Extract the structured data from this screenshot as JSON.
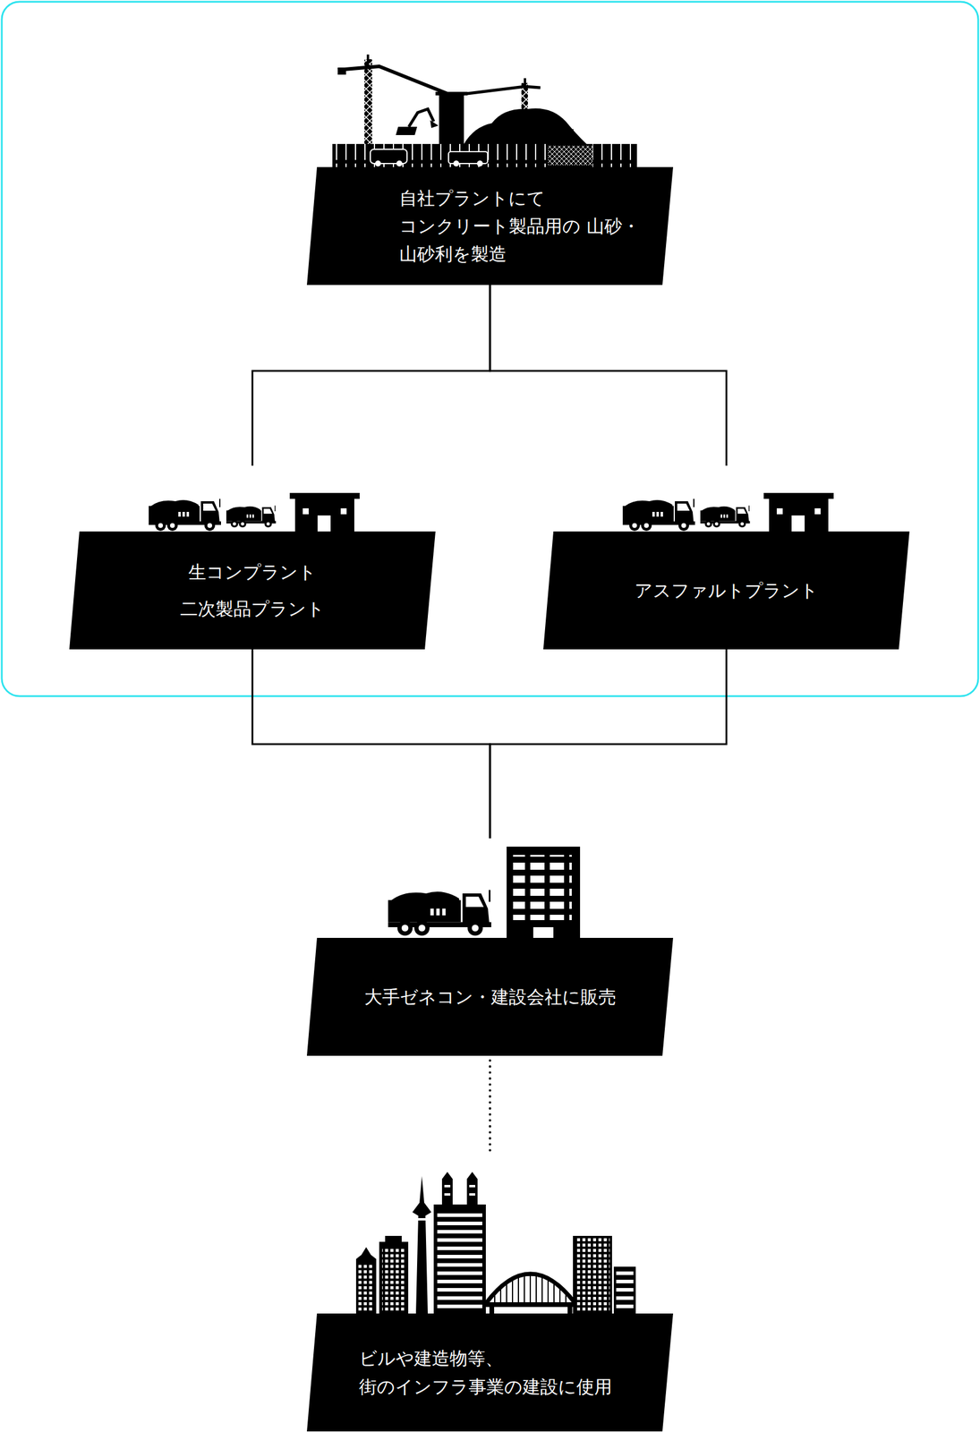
{
  "diagram": {
    "nodes": [
      {
        "text": [
          "自社プラントにて コンクリート製品用の 山砂・山砂利を製造"
        ]
      },
      {
        "text": [
          "生コンプラント",
          "二次製品プラント"
        ]
      },
      {
        "text": [
          "アスファルトプラント"
        ]
      },
      {
        "text": [
          "大手ゼネコン・建設会社に販売"
        ]
      },
      {
        "text": [
          "ビルや建造物等、 街のインフラ事業の建設に使用"
        ]
      }
    ],
    "edges": [
      {
        "from": 0,
        "to": 1,
        "arrow": "none"
      },
      {
        "from": 0,
        "to": 2,
        "arrow": "none"
      },
      {
        "from": 1,
        "to": 3,
        "arrow": "none"
      },
      {
        "from": 2,
        "to": 3,
        "arrow": "none"
      },
      {
        "from": 3,
        "to": 4,
        "arrow": "none"
      }
    ]
  }
}
